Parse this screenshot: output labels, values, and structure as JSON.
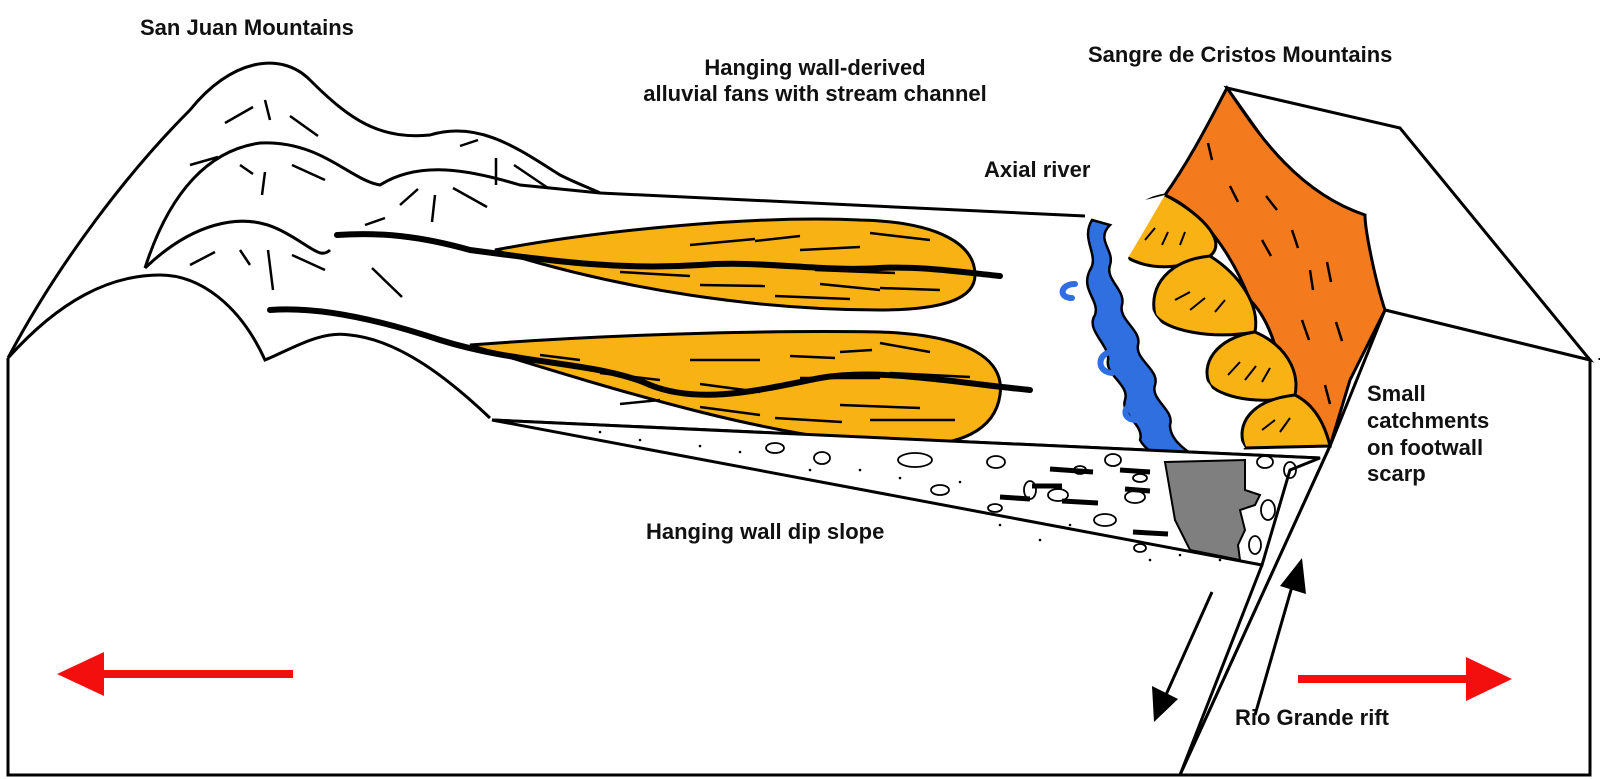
{
  "labels": {
    "san_juan": "San Juan Mountains",
    "hanging_fans_line1": "Hanging wall-derived",
    "hanging_fans_line2": "alluvial fans with stream channel",
    "sangre": "Sangre de Cristos Mountains",
    "axial_river": "Axial river",
    "catchments_line1": "Small",
    "catchments_line2": "catchments",
    "catchments_line3": "on footwall",
    "catchments_line4": "scarp",
    "dip_slope": "Hanging wall dip slope",
    "rift": "Rio Grande rift"
  },
  "colors": {
    "fan_orange": "#F8B214",
    "scarp_orange": "#F47A1E",
    "river_blue": "#2F6FE0",
    "arrow_red": "#F40F0F",
    "fill_gray": "#7F7F7F",
    "line_black": "#000000"
  }
}
